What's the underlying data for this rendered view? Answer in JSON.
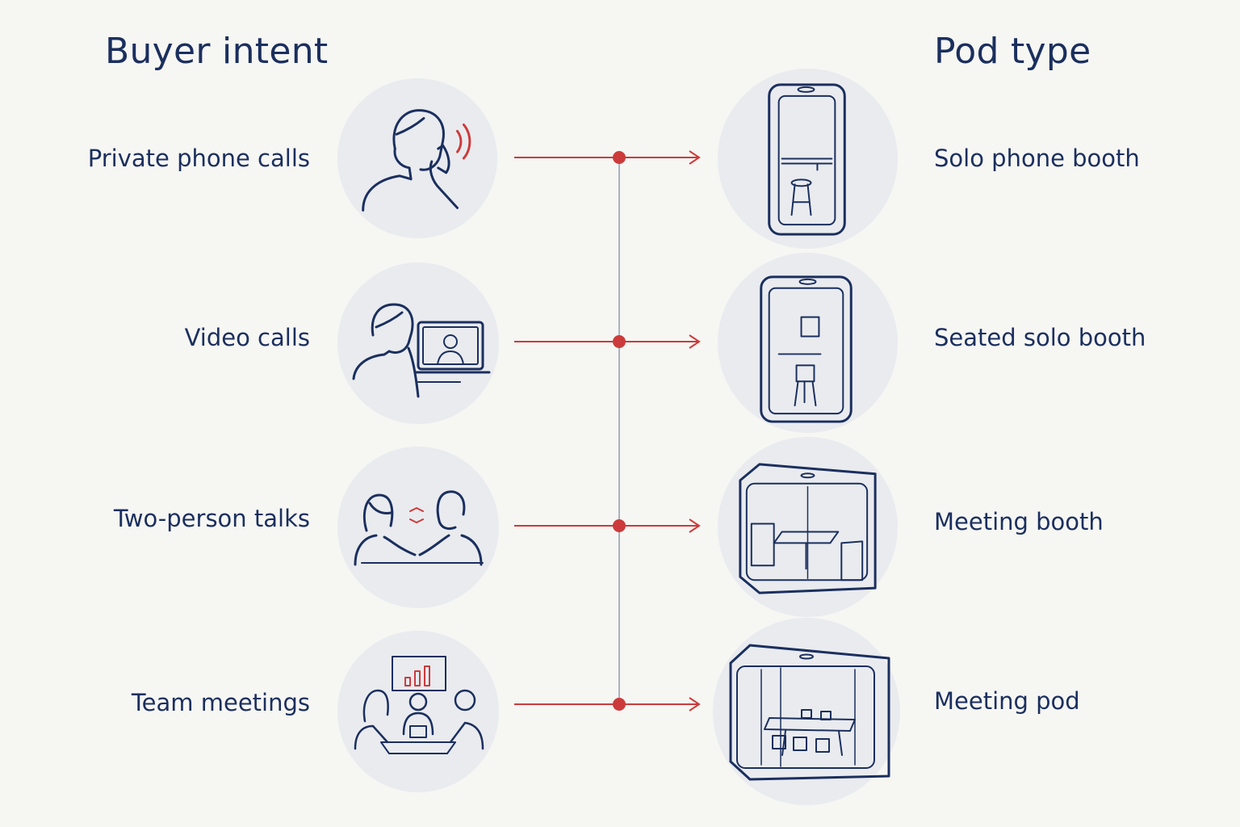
{
  "headings": {
    "left": "Buyer intent",
    "right": "Pod type"
  },
  "rows": [
    {
      "intent": "Private phone calls",
      "intent_icon": "person-phone-icon",
      "pod": "Solo phone booth",
      "pod_icon": "solo-phone-booth-icon"
    },
    {
      "intent": "Video calls",
      "intent_icon": "person-laptop-video-icon",
      "pod": "Seated solo booth",
      "pod_icon": "seated-solo-booth-icon"
    },
    {
      "intent": "Two-person talks",
      "intent_icon": "two-people-talking-icon",
      "pod": "Meeting booth",
      "pod_icon": "meeting-booth-icon"
    },
    {
      "intent": "Team meetings",
      "intent_icon": "team-meeting-icon",
      "pod": "Meeting pod",
      "pod_icon": "meeting-pod-icon"
    }
  ],
  "colors": {
    "navy": "#1b2f5e",
    "accent_red": "#cc3b3b",
    "spine_gray": "#aab2c0",
    "circle_bg": "#e9ebef",
    "background": "#f6f6f3"
  }
}
